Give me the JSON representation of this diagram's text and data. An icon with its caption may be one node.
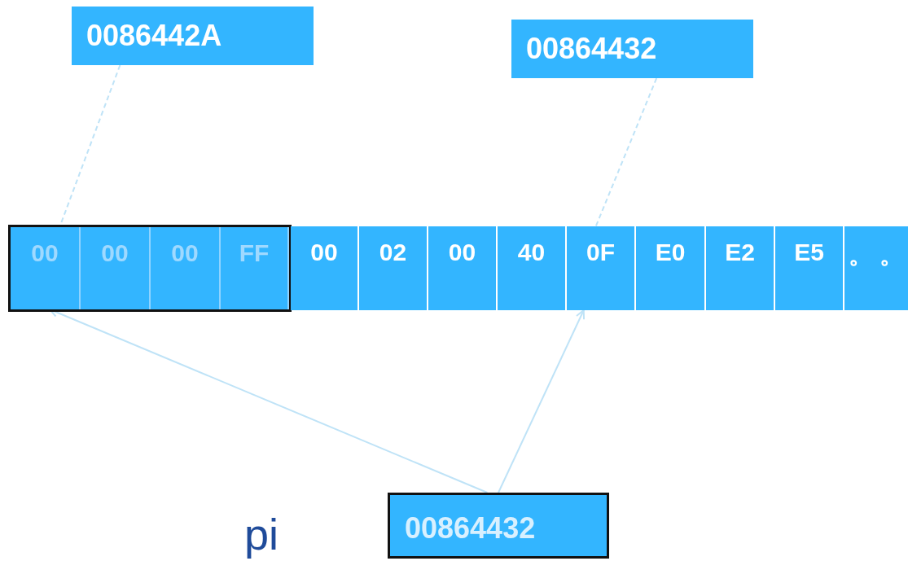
{
  "diagram": {
    "nodes": [
      {
        "text": [
          "0086442A"
        ]
      },
      {
        "text": [
          "00864432"
        ]
      },
      {
        "text": [],
        "shape": "box"
      },
      {
        "text": [
          "00"
        ],
        "in": 2
      },
      {
        "text": [
          "00"
        ],
        "in": 2
      },
      {
        "text": [
          "00"
        ],
        "in": 2
      },
      {
        "text": [
          "FF"
        ],
        "in": 2
      },
      {
        "text": [
          "00"
        ]
      },
      {
        "text": [
          "02"
        ]
      },
      {
        "text": [
          "00"
        ]
      },
      {
        "text": [
          "40"
        ]
      },
      {
        "text": [
          "0F"
        ]
      },
      {
        "text": [
          "E0"
        ]
      },
      {
        "text": [
          "E2"
        ]
      },
      {
        "text": [
          "E5"
        ]
      },
      {
        "text": [
          "。 。"
        ]
      },
      {
        "text": [
          "00864432"
        ],
        "beside": [
          "pi"
        ]
      }
    ],
    "edges": [
      {
        "from": 0,
        "to": 3,
        "arrow": "none",
        "style": "dashed"
      },
      {
        "from": 1,
        "to": 11,
        "arrow": "none",
        "style": "dashed"
      },
      {
        "from": 16,
        "to": 3,
        "arrow": "to"
      },
      {
        "from": 16,
        "to": 11,
        "arrow": "to"
      }
    ]
  }
}
